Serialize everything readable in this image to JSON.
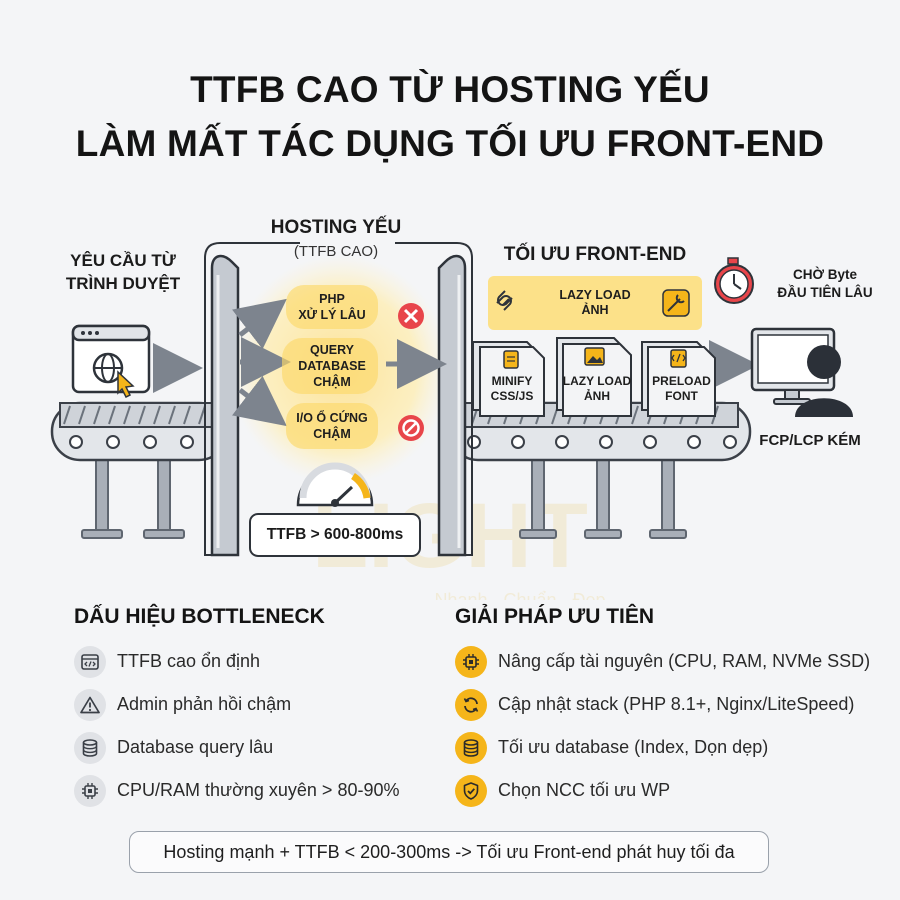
{
  "title": {
    "line1": "TTFB CAO TỪ HOSTING YẾU",
    "line2": "LÀM MẤT TÁC DỤNG TỐI ƯU FRONT-END"
  },
  "diagram": {
    "request": {
      "line1": "YÊU CẦU TỪ",
      "line2": "TRÌNH DUYỆT"
    },
    "hosting": {
      "title": "HOSTING YẾU",
      "subtitle": "(TTFB CAO)",
      "items": [
        {
          "line1": "PHP",
          "line2": "XỬ LÝ LÂU",
          "status": "x-icon"
        },
        {
          "line1": "QUERY",
          "line2": "DATABASE",
          "line3": "CHẬM"
        },
        {
          "line1": "I/O Ổ CỨNG",
          "line2": "CHẬM",
          "status": "block-icon"
        }
      ],
      "ttfb": "TTFB > 600-800ms"
    },
    "frontend": {
      "title": "TỐI ƯU FRONT-END",
      "banner": {
        "line1": "LAZY LOAD",
        "line2": "ẢNH"
      },
      "cards": [
        {
          "line1": "MINIFY",
          "line2": "CSS/JS",
          "icon": "file-icon"
        },
        {
          "line1": "LAZY LOAD",
          "line2": "ẢNH",
          "icon": "image-icon"
        },
        {
          "line1": "PRELOAD",
          "line2": "FONT",
          "icon": "code-file-icon"
        }
      ]
    },
    "wait": {
      "line1": "CHỜ Byte",
      "line2": "ĐẦU TIÊN LÂU"
    },
    "result": "FCP/LCP KÉM",
    "watermark": {
      "line1": "LIGHT",
      "line2": "Nhanh - Chuẩn - Đẹp"
    }
  },
  "signs": {
    "title": "DẤU HIỆU BOTTLENECK",
    "items": [
      {
        "icon": "code-window-icon",
        "text": "TTFB cao ổn định"
      },
      {
        "icon": "warning-icon",
        "text": "Admin phản hồi chậm"
      },
      {
        "icon": "database-icon",
        "text": "Database query lâu"
      },
      {
        "icon": "cpu-icon",
        "text": "CPU/RAM thường xuyên > 80-90%"
      }
    ]
  },
  "solutions": {
    "title": "GIẢI PHÁP ƯU TIÊN",
    "items": [
      {
        "icon": "cpu-icon",
        "text": "Nâng cấp tài nguyên (CPU, RAM, NVMe SSD)"
      },
      {
        "icon": "refresh-icon",
        "text": "Cập nhật stack (PHP 8.1+, Nginx/LiteSpeed)"
      },
      {
        "icon": "database-icon",
        "text": "Tối ưu database (Index, Dọn dẹp)"
      },
      {
        "icon": "shield-check-icon",
        "text": "Chọn NCC tối ưu WP"
      }
    ]
  },
  "footer": "Hosting mạnh + TTFB < 200-300ms -> Tối ưu Front-end phát huy tối đa",
  "colors": {
    "accent": "#f5b51a",
    "glow": "#fde9a6",
    "danger": "#e8454a",
    "steel": "#8d949e",
    "dark": "#1f2328"
  }
}
